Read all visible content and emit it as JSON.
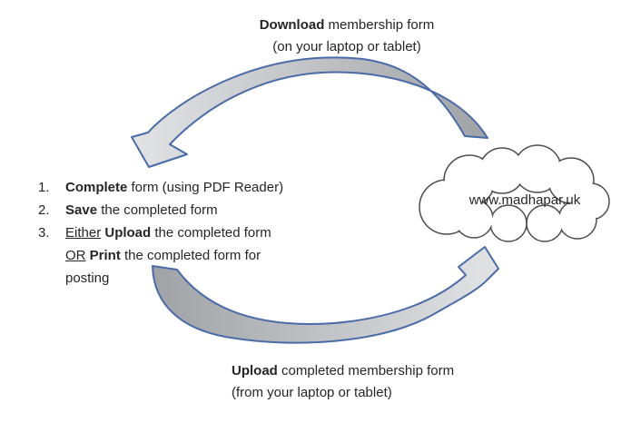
{
  "page": {
    "background": "#ffffff",
    "text_color": "#262626"
  },
  "top_caption": {
    "bold": "Download",
    "rest": " membership form",
    "line2": "(on your laptop or tablet)"
  },
  "list": {
    "items": [
      {
        "number": "1.",
        "bold": "Complete",
        "rest": " form (using PDF Reader)"
      },
      {
        "number": "2.",
        "bold": "Save",
        "rest": " the completed form"
      },
      {
        "number": "3.",
        "lines": [
          {
            "underline": "Either",
            "bold": " Upload",
            "rest": " the completed form"
          },
          {
            "underline": "OR",
            "bold": " Print",
            "rest": " the completed form for"
          },
          {
            "text": "posting"
          }
        ]
      }
    ]
  },
  "cloud": {
    "label": "www.madhapar.uk",
    "outline_color": "#4d4d4d"
  },
  "arrows": {
    "stroke_color": "#4a6ba8",
    "gradient_dark": "#9fa2a6",
    "gradient_light": "#e2e3e5",
    "download_arrow_meaning": "cloud to steps",
    "upload_arrow_meaning": "steps to cloud"
  },
  "bottom_caption": {
    "bold": "Upload",
    "rest": " completed membership form",
    "line2": "(from your laptop or tablet)"
  }
}
